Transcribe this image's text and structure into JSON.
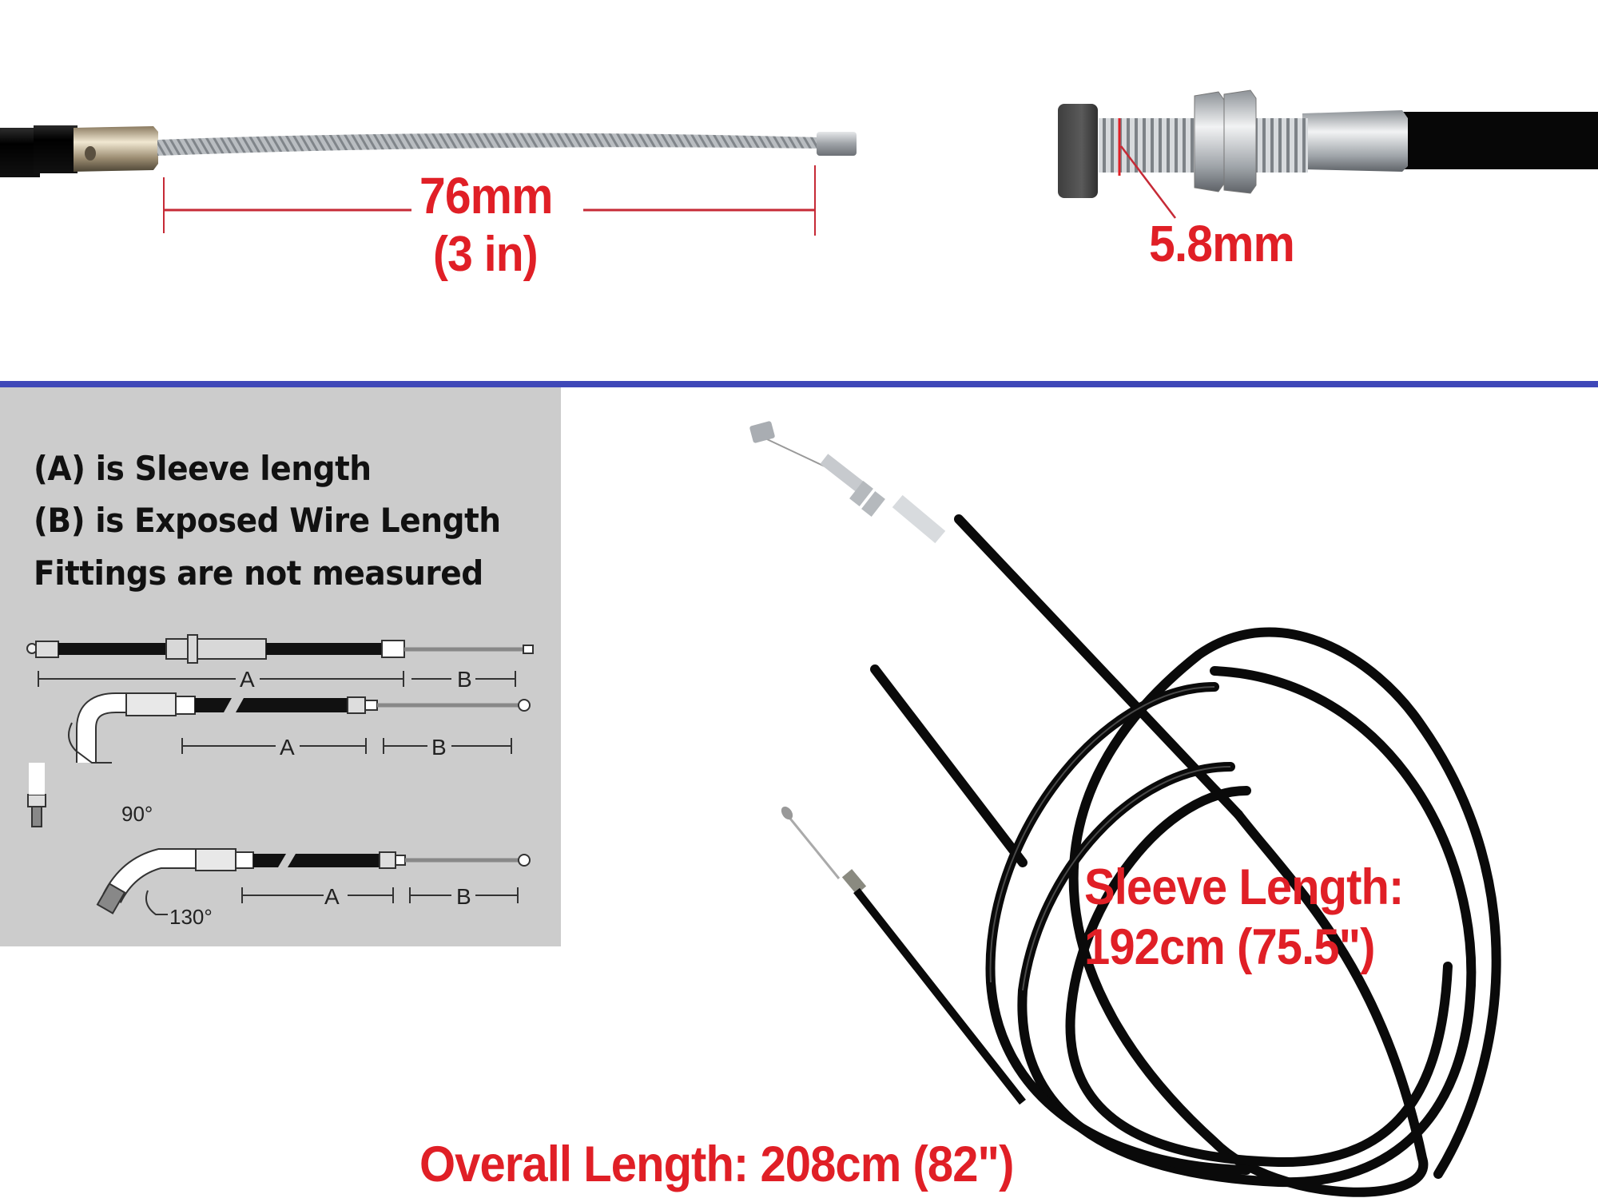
{
  "top_left": {
    "measurement_main": "76mm",
    "measurement_sub": "(3 in)",
    "subject": "exposed wire length detail"
  },
  "top_right": {
    "measurement": "5.8mm",
    "subject": "threaded adjuster diameter detail"
  },
  "legend_panel": {
    "lines": [
      "(A) is Sleeve length",
      "(B) is Exposed Wire Length",
      "Fittings are not measured"
    ],
    "diagram_labels": {
      "a": "A",
      "b": "B",
      "angle_90": "90°",
      "angle_130": "130°"
    }
  },
  "bottom_right": {
    "sleeve_line1": "Sleeve Length:",
    "sleeve_line2": "192cm (75.5\")",
    "overall": "Overall Length: 208cm (82\")"
  },
  "colors": {
    "label_red": "#e01f26",
    "divider_blue": "#3f48b8",
    "panel_gray": "#cccccc",
    "sleeve_black": "#0c0c0c",
    "metal": "#b8bcc0"
  }
}
